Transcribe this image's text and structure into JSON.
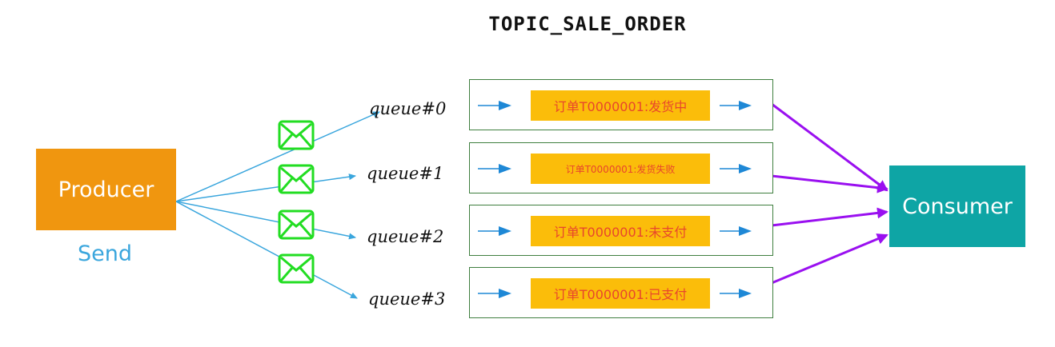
{
  "title": "TOPIC_SALE_ORDER",
  "producer": {
    "label": "Producer",
    "action": "Send"
  },
  "consumer": {
    "label": "Consumer"
  },
  "queues": [
    {
      "label": "queue#0",
      "message": "订单T0000001:发货中"
    },
    {
      "label": "queue#1",
      "message": "订单T0000001:发货失败"
    },
    {
      "label": "queue#2",
      "message": "订单T0000001:未支付"
    },
    {
      "label": "queue#3",
      "message": "订单T0000001:已支付"
    }
  ],
  "colors": {
    "producer": "#f0960f",
    "consumer": "#0ea5a5",
    "send_text": "#3aa6dd",
    "order_fill": "#fbbd0a",
    "order_text": "#e8462c",
    "queue_border": "#3f7f3f",
    "producer_lines": "#3aa6dd",
    "consumer_arrows": "#9a10f0",
    "envelope": "#22dd22",
    "inner_arrow": "#1e88d6"
  },
  "icons": {
    "message": "envelope-icon"
  }
}
